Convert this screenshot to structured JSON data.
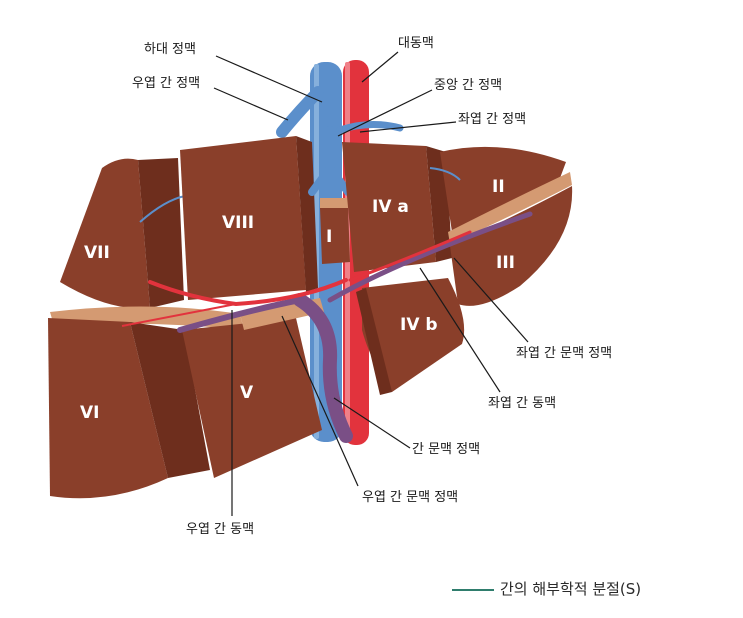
{
  "labels": {
    "ivc": "하대 정맥",
    "right_hepatic_vein": "우엽 간 정맥",
    "aorta": "대동맥",
    "middle_hepatic_vein": "중앙 간 정맥",
    "left_hepatic_vein": "좌엽 간 정맥",
    "left_portal_vein": "좌엽 간 문맥 정맥",
    "left_hepatic_artery": "좌엽 간 동맥",
    "portal_vein": "간 문맥 정맥",
    "right_portal_vein": "우엽 간 문맥 정맥",
    "right_hepatic_artery": "우엽 간 동맥"
  },
  "segments": {
    "s1": "I",
    "s2": "II",
    "s3": "III",
    "s4a": "IV a",
    "s4b": "IV b",
    "s5": "V",
    "s6": "VI",
    "s7": "VII",
    "s8": "VIII"
  },
  "caption": "간의 해부학적 분절(S)",
  "colors": {
    "liver": "#8a3f2a",
    "liver_dark": "#6e2e1d",
    "cut_surface": "#d49a72",
    "vein": "#5b8fcb",
    "artery": "#e2333d",
    "portal": "#7a4f86",
    "caption_rule": "#2f7d6d"
  }
}
